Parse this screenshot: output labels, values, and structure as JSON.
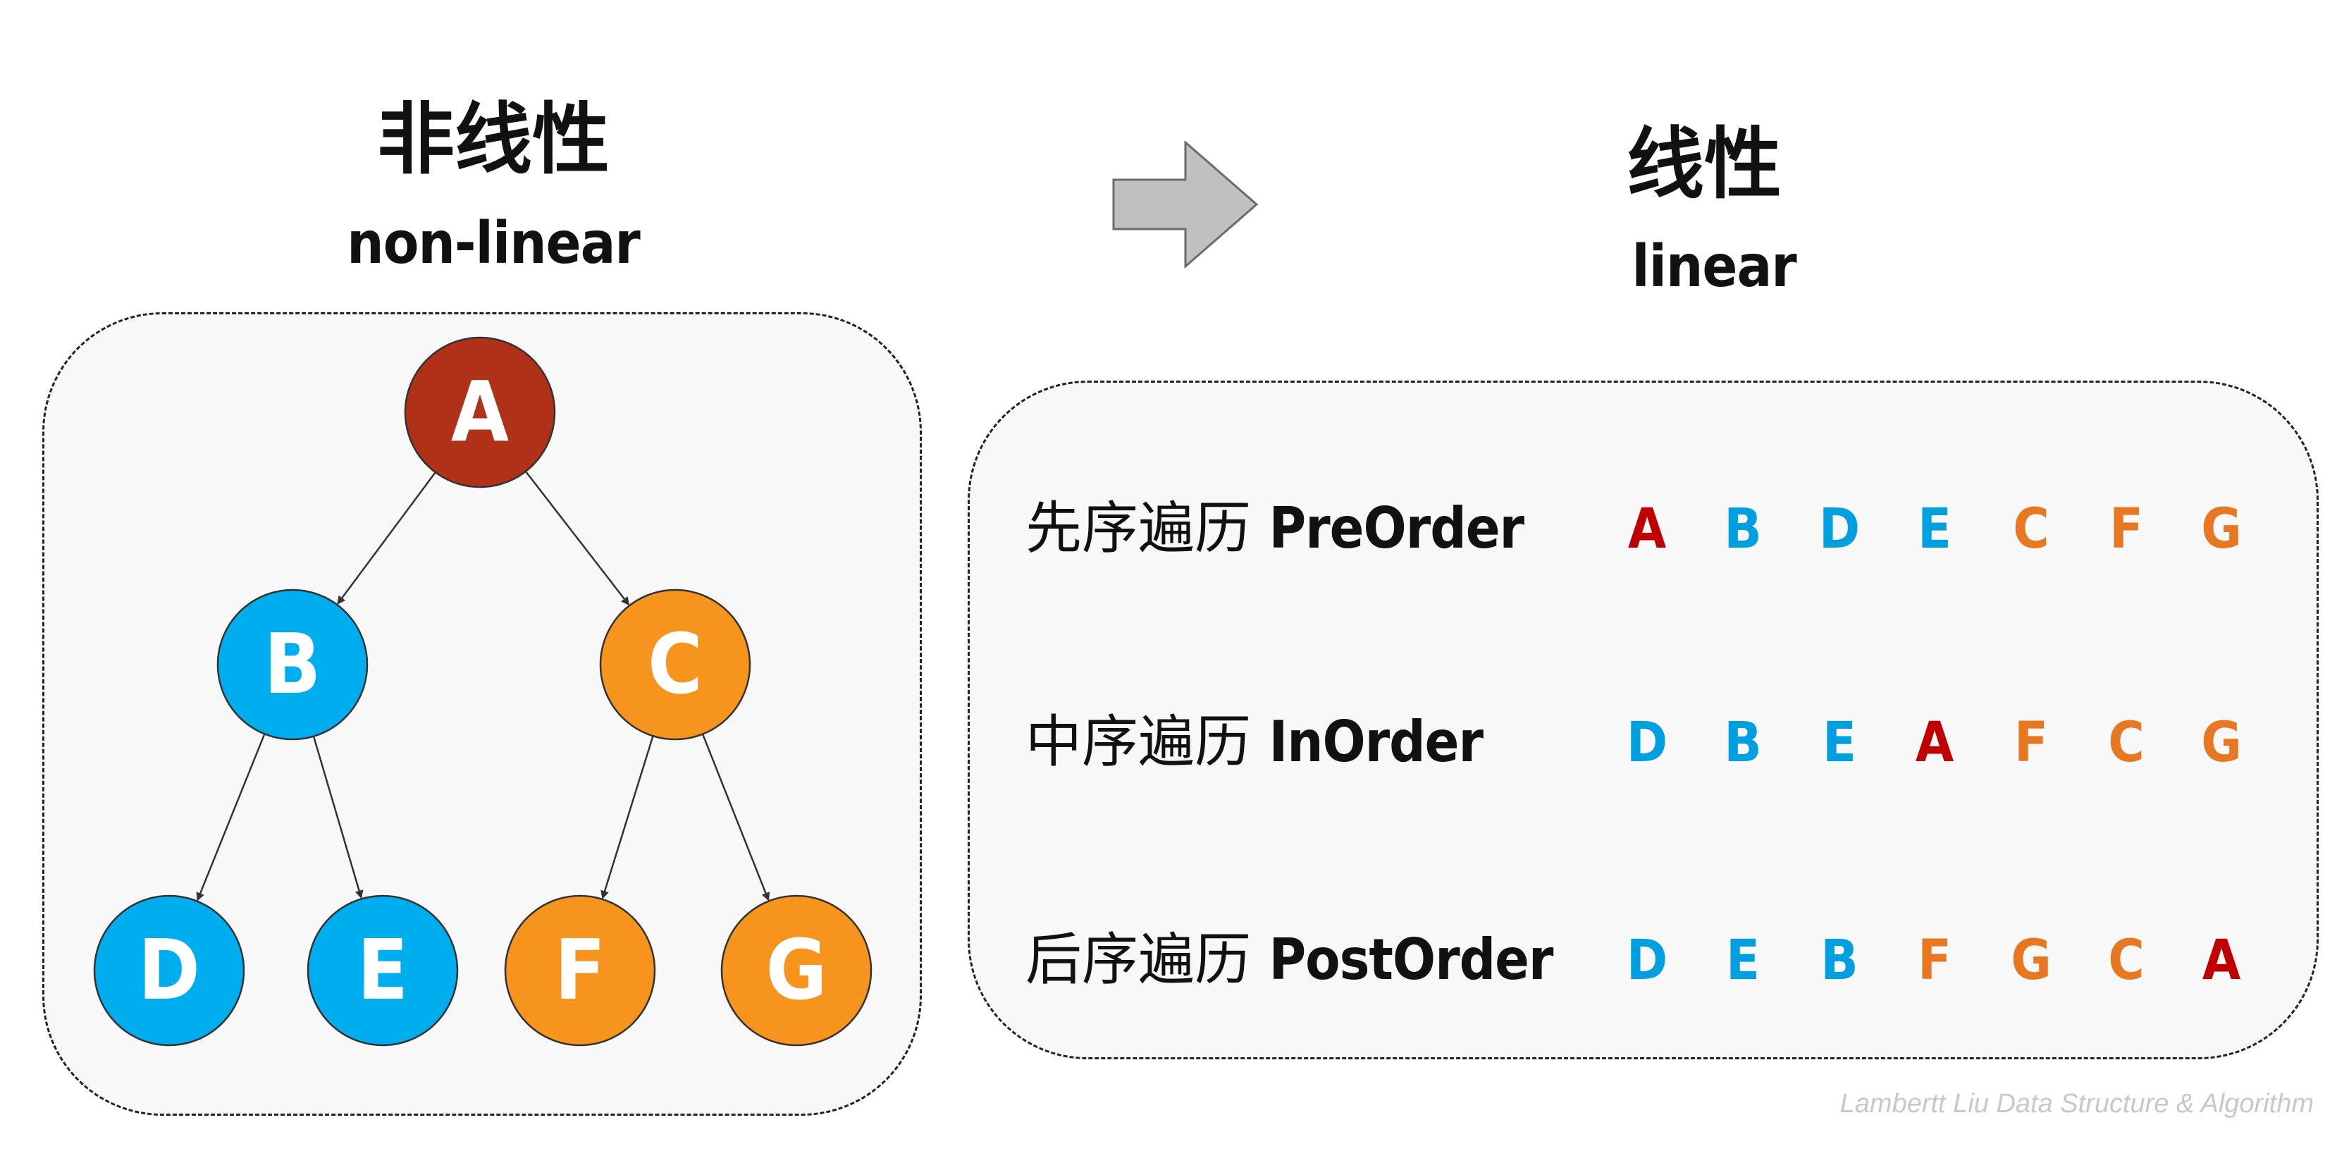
{
  "left": {
    "title_zh": "非线性",
    "title_en": "non-linear",
    "tree": {
      "nodes": [
        {
          "id": "A",
          "label": "A",
          "color": "#B03018"
        },
        {
          "id": "B",
          "label": "B",
          "color": "#00AEEF"
        },
        {
          "id": "C",
          "label": "C",
          "color": "#F7941D"
        },
        {
          "id": "D",
          "label": "D",
          "color": "#00AEEF"
        },
        {
          "id": "E",
          "label": "E",
          "color": "#00AEEF"
        },
        {
          "id": "F",
          "label": "F",
          "color": "#F7941D"
        },
        {
          "id": "G",
          "label": "G",
          "color": "#F7941D"
        }
      ],
      "edges": [
        [
          "A",
          "B"
        ],
        [
          "A",
          "C"
        ],
        [
          "B",
          "D"
        ],
        [
          "B",
          "E"
        ],
        [
          "C",
          "F"
        ],
        [
          "C",
          "G"
        ]
      ]
    }
  },
  "arrow": {
    "color": "#C0C0C0"
  },
  "right": {
    "title_zh": "线性",
    "title_en": "linear",
    "rows": [
      {
        "label_zh": "先序遍历",
        "label_en": "PreOrder",
        "sequence": [
          {
            "letter": "A",
            "color": "#C00000"
          },
          {
            "letter": "B",
            "color": "#00A0E0"
          },
          {
            "letter": "D",
            "color": "#00A0E0"
          },
          {
            "letter": "E",
            "color": "#00A0E0"
          },
          {
            "letter": "C",
            "color": "#E87722"
          },
          {
            "letter": "F",
            "color": "#E87722"
          },
          {
            "letter": "G",
            "color": "#E87722"
          }
        ]
      },
      {
        "label_zh": "中序遍历",
        "label_en": "InOrder",
        "sequence": [
          {
            "letter": "D",
            "color": "#00A0E0"
          },
          {
            "letter": "B",
            "color": "#00A0E0"
          },
          {
            "letter": "E",
            "color": "#00A0E0"
          },
          {
            "letter": "A",
            "color": "#C00000"
          },
          {
            "letter": "F",
            "color": "#E87722"
          },
          {
            "letter": "C",
            "color": "#E87722"
          },
          {
            "letter": "G",
            "color": "#E87722"
          }
        ]
      },
      {
        "label_zh": "后序遍历",
        "label_en": "PostOrder",
        "sequence": [
          {
            "letter": "D",
            "color": "#00A0E0"
          },
          {
            "letter": "E",
            "color": "#00A0E0"
          },
          {
            "letter": "B",
            "color": "#00A0E0"
          },
          {
            "letter": "F",
            "color": "#E87722"
          },
          {
            "letter": "G",
            "color": "#E87722"
          },
          {
            "letter": "C",
            "color": "#E87722"
          },
          {
            "letter": "A",
            "color": "#C00000"
          }
        ]
      }
    ]
  },
  "footer": "Lambertt Liu    Data Structure & Algorithm"
}
